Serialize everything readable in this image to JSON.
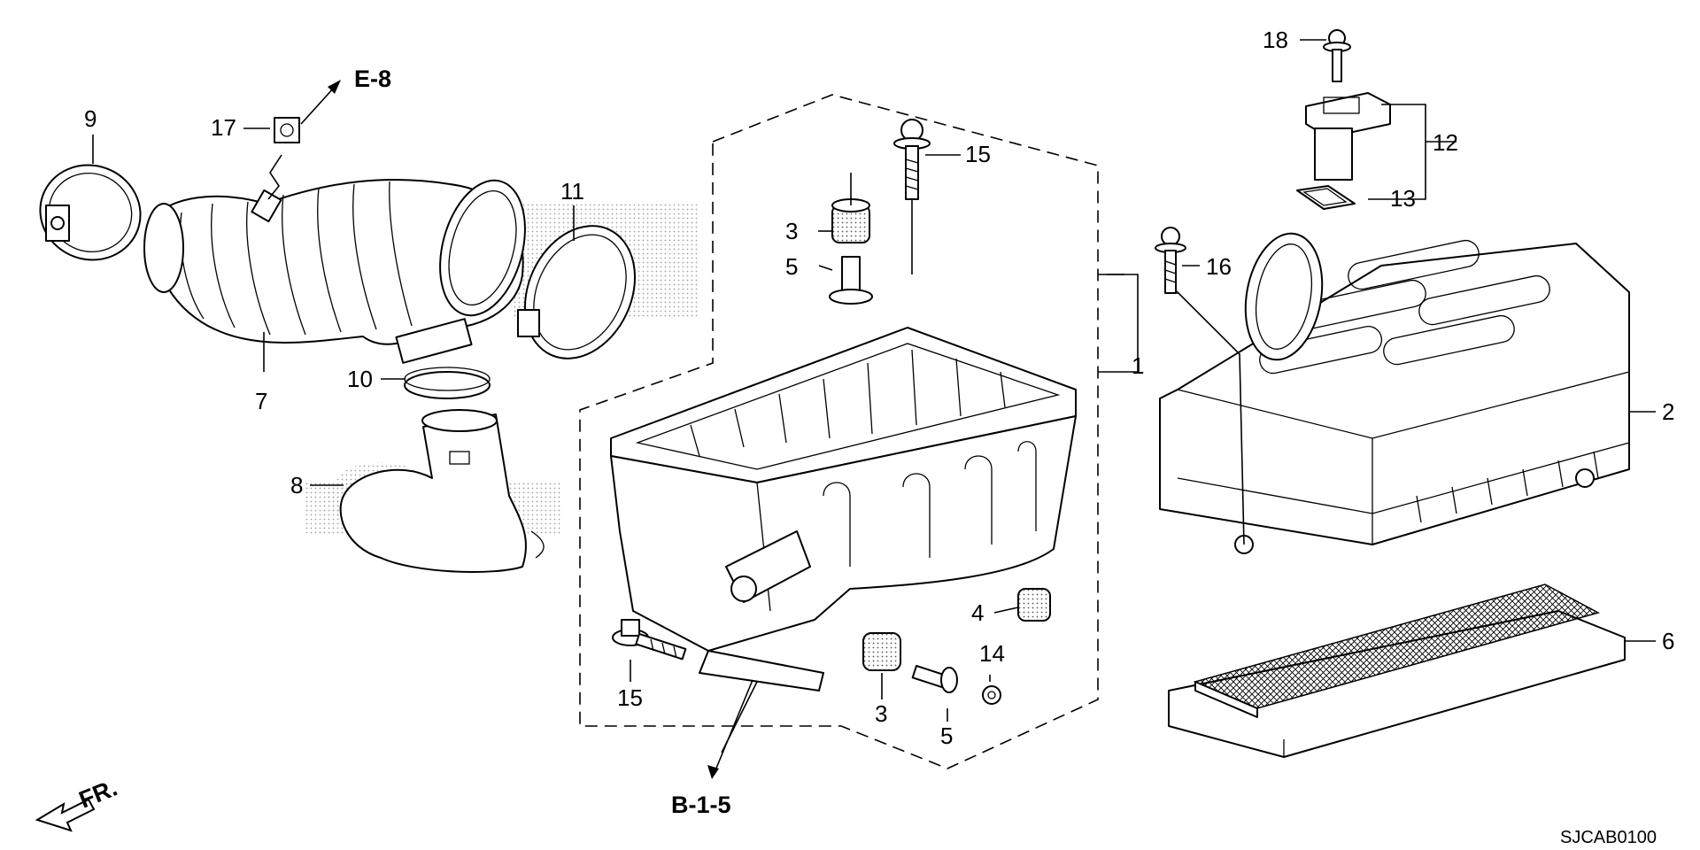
{
  "callouts": {
    "c1": "1",
    "c2": "2",
    "c3a": "3",
    "c3b": "3",
    "c4": "4",
    "c5a": "5",
    "c5b": "5",
    "c6": "6",
    "c7": "7",
    "c8": "8",
    "c9": "9",
    "c10": "10",
    "c11": "11",
    "c12": "12",
    "c13": "13",
    "c14": "14",
    "c15a": "15",
    "c15b": "15",
    "c16": "16",
    "c17": "17",
    "c18": "18"
  },
  "references": {
    "e8": "E-8",
    "b15": "B-1-5",
    "front": "FR."
  },
  "diagram_code": "SJCAB0100"
}
